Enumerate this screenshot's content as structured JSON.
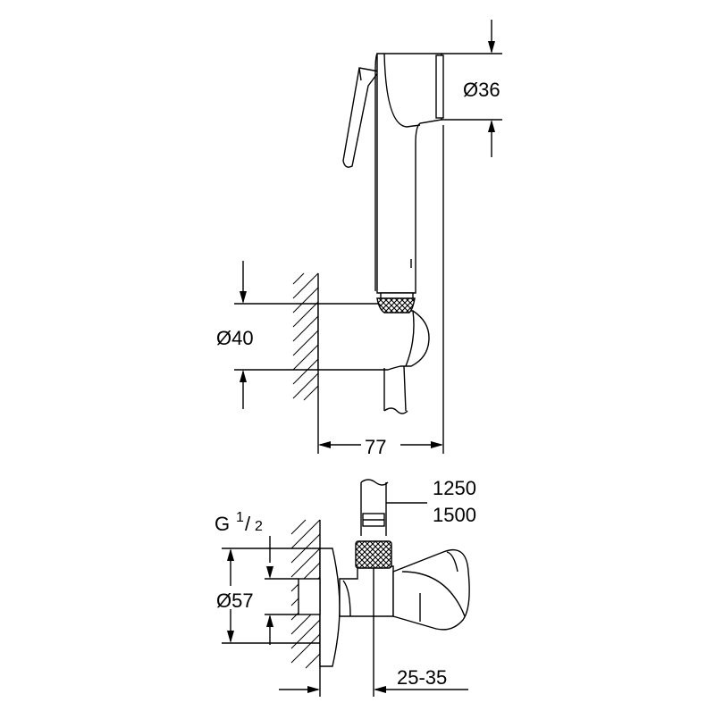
{
  "dimensions": {
    "head_diameter": "Ø36",
    "holder_diameter": "Ø40",
    "holder_projection": "77",
    "hose_length_1": "1250",
    "hose_length_2": "1500",
    "thread_prefix": "G",
    "thread_numerator": "1",
    "thread_slash": "/",
    "thread_denominator": "2",
    "valve_rosette_diameter": "Ø57",
    "valve_adjustment": "25-35"
  },
  "colors": {
    "line": "#000000",
    "background": "#ffffff",
    "knurl_fill": "#555555"
  }
}
